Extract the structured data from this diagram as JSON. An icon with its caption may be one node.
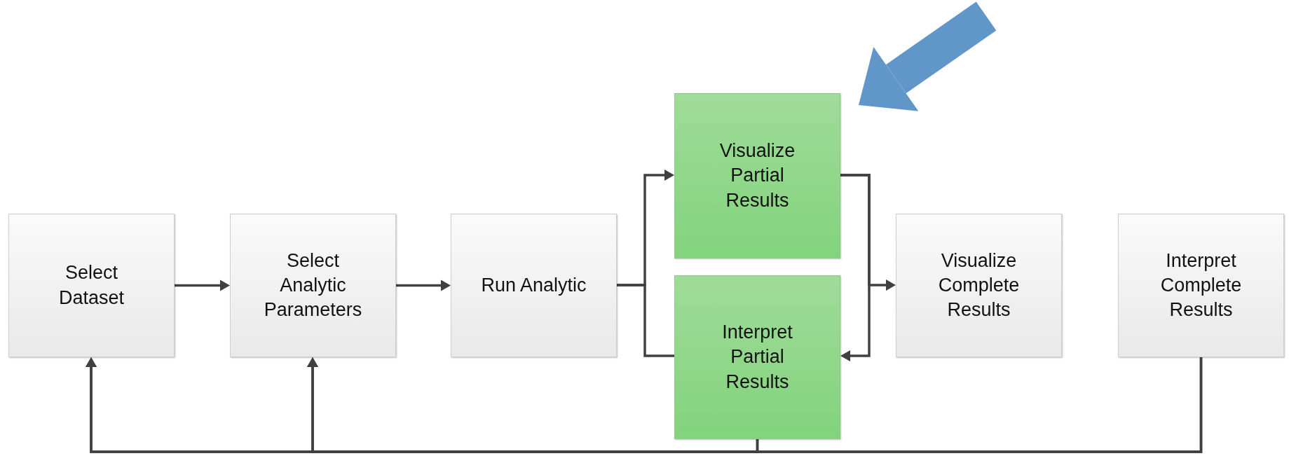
{
  "diagram": {
    "nodes": [
      {
        "text": [
          "Select Dataset"
        ]
      },
      {
        "text": [
          "Select Analytic Parameters"
        ]
      },
      {
        "text": [
          "Run Analytic"
        ]
      },
      {
        "text": [
          "Visualize Partial Results"
        ]
      },
      {
        "text": [
          "Interpret Partial Results"
        ]
      },
      {
        "text": [
          "Visualize Complete Results"
        ]
      },
      {
        "text": [
          "Interpret Complete Results"
        ]
      }
    ],
    "edges": [
      {
        "from": 0,
        "to": 1,
        "arrow": "to"
      },
      {
        "from": 1,
        "to": 2,
        "arrow": "to"
      },
      {
        "from": 2,
        "to": 3,
        "arrow": "to"
      },
      {
        "from": 2,
        "to": 4,
        "arrow": "none"
      },
      {
        "from": 3,
        "to": 5,
        "arrow": "to"
      },
      {
        "from": 3,
        "to": 4,
        "arrow": "to"
      },
      {
        "from": 6,
        "to": 0,
        "arrow": "to"
      },
      {
        "from": 6,
        "to": 1,
        "arrow": "to"
      },
      {
        "from": 4,
        "to": 0,
        "arrow": "to"
      },
      {
        "from": 4,
        "to": 1,
        "arrow": "to"
      },
      {
        "from": null,
        "to": 3,
        "arrow": "to",
        "style": "thick",
        "color": "#6096c8"
      }
    ]
  }
}
